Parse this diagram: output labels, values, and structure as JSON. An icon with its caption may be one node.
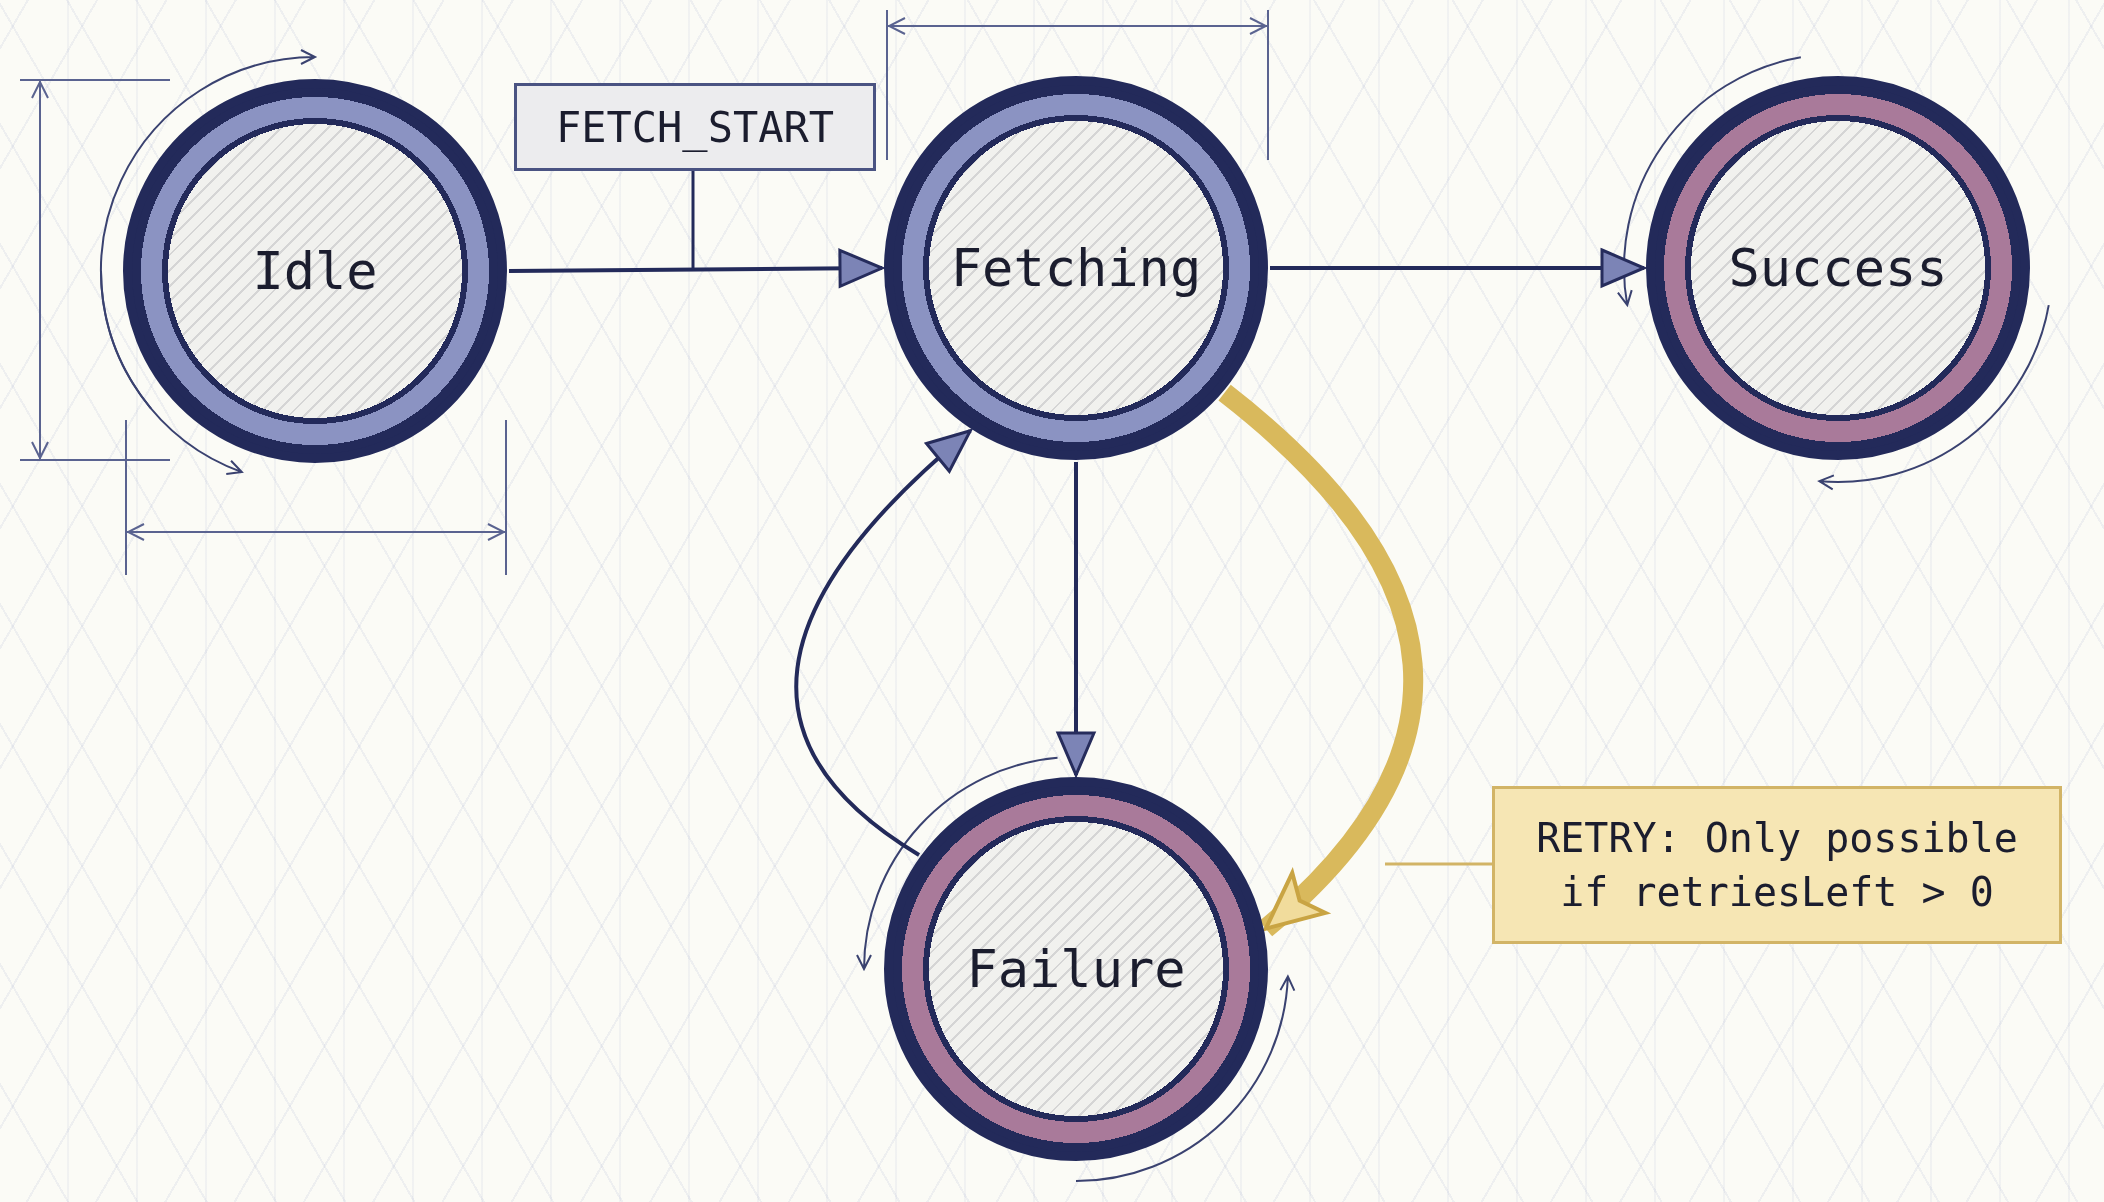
{
  "diagram": {
    "nodes": [
      {
        "text": [
          "Idle"
        ]
      },
      {
        "text": [
          "Fetching"
        ]
      },
      {
        "text": [
          "Success"
        ]
      },
      {
        "text": [
          "Failure"
        ]
      }
    ],
    "edges": [
      {
        "from": 0,
        "to": 1,
        "arrow": "to",
        "label": "FETCH_START"
      },
      {
        "from": 1,
        "to": 2,
        "arrow": "to"
      },
      {
        "from": 1,
        "to": 3,
        "arrow": "to"
      },
      {
        "from": 3,
        "to": 1,
        "arrow": "to"
      },
      {
        "from": 1,
        "to": 3,
        "arrow": "to",
        "label": "RETRY: Only possible if retriesLeft > 0",
        "style": "thick",
        "color": "#d9b95c"
      }
    ]
  }
}
